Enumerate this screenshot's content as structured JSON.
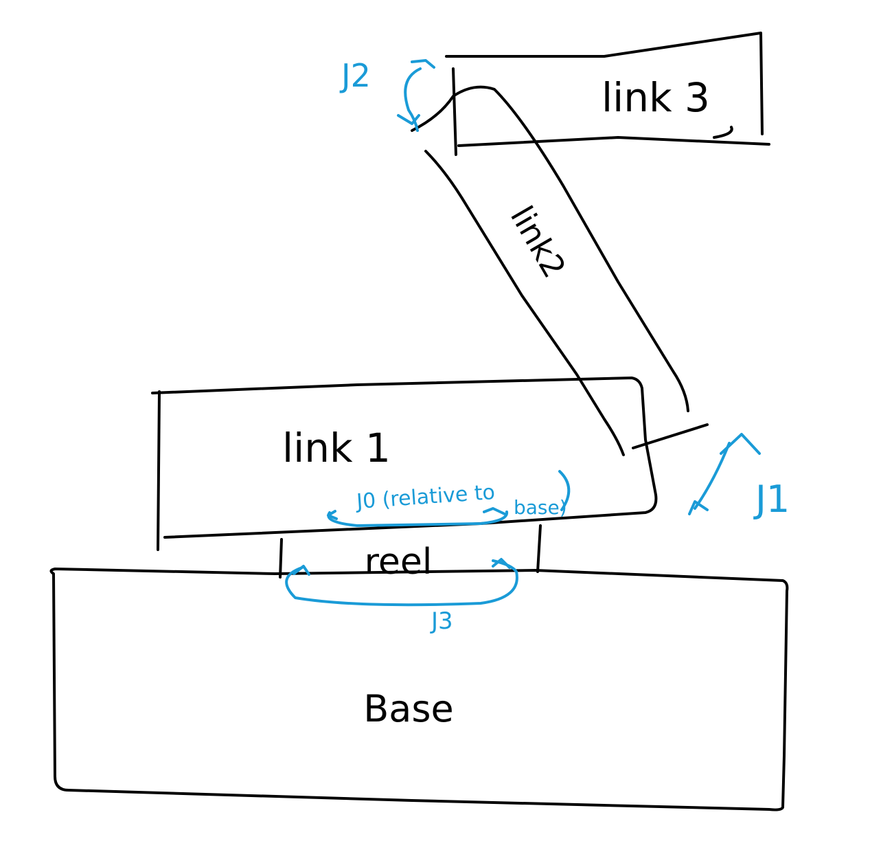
{
  "colors": {
    "ink": "#000000",
    "annotation": "#1a9bd7",
    "background": "#ffffff"
  },
  "parts": {
    "base": "Base",
    "reel": "reel",
    "link1": "link 1",
    "link2": "link2",
    "link3": "link 3"
  },
  "joints": {
    "j0": "J0 (relative to",
    "j0_note": "base)",
    "j1": "J1",
    "j2": "J2",
    "j3": "J3"
  }
}
